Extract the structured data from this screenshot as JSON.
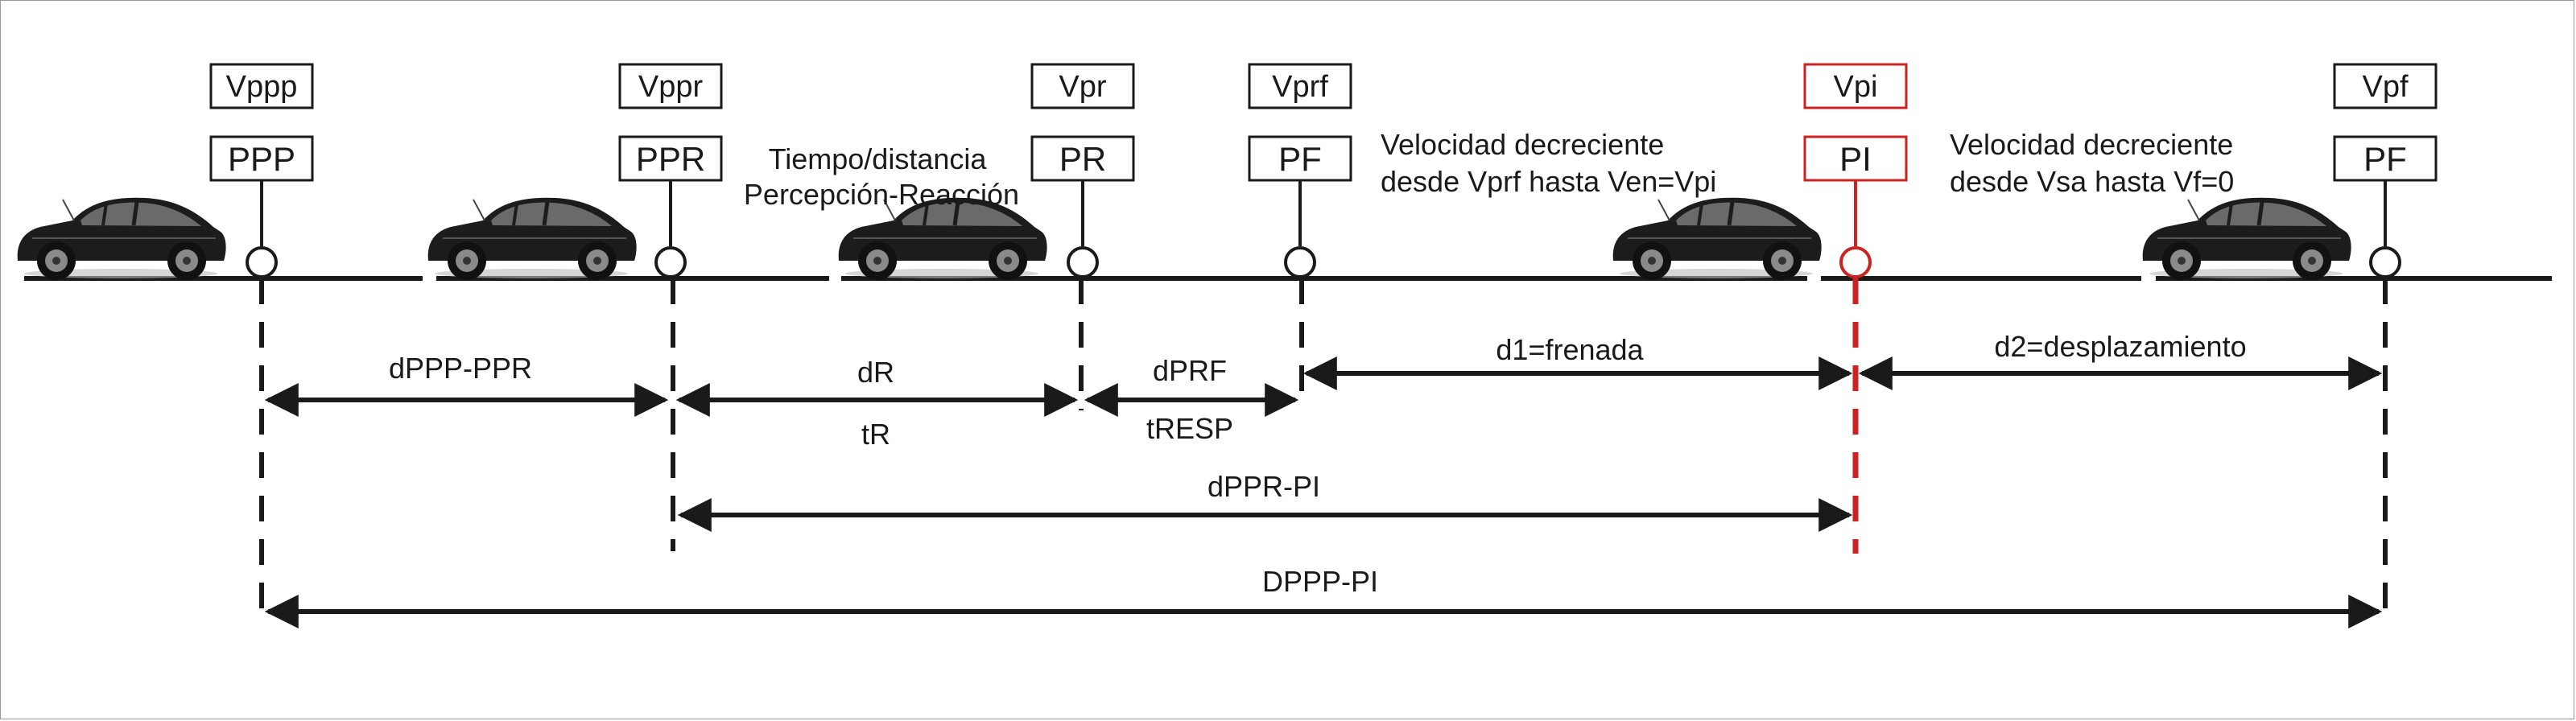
{
  "colors": {
    "ink": "#1a1a1a",
    "impact": "#cc2222",
    "car_body": "#1c1c1c"
  },
  "points": [
    {
      "id": "ppp",
      "speed": "Vppp",
      "code": "PPP",
      "impact": false
    },
    {
      "id": "ppr",
      "speed": "Vppr",
      "code": "PPR",
      "impact": false
    },
    {
      "id": "pr",
      "speed": "Vpr",
      "code": "PR",
      "impact": false
    },
    {
      "id": "pf1",
      "speed": "Vprf",
      "code": "PF",
      "impact": false
    },
    {
      "id": "pi",
      "speed": "Vpi",
      "code": "PI",
      "impact": true
    },
    {
      "id": "pf2",
      "speed": "Vpf",
      "code": "PF",
      "impact": false
    }
  ],
  "notes": {
    "perception_line1": "Tiempo/distancia",
    "perception_line2": "Percepción-Reacción",
    "decel1_line1": "Velocidad decreciente",
    "decel1_line2": "desde Vprf hasta Ven=Vpi",
    "decel2_line1": "Velocidad decreciente",
    "decel2_line2": "desde Vsa hasta Vf=0"
  },
  "dimensions": {
    "dppp_ppr": "dPPP-PPR",
    "dr": "dR",
    "tr": "tR",
    "dprf": "dPRF",
    "tresp": "tRESP",
    "d1": "d1=frenada",
    "d2": "d2=desplazamiento",
    "dppr_pi": "dPPR-PI",
    "dppp_pi": "DPPP-PI"
  }
}
